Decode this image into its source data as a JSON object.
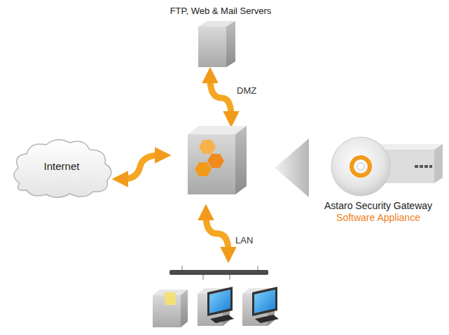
{
  "diagram": {
    "nodes": [
      {
        "text": [
          "FTP, Web & Mail Servers"
        ]
      },
      {
        "text": [
          "Internet"
        ]
      },
      {
        "text": [
          "Astaro Security Gateway",
          "Software Appliance"
        ]
      }
    ],
    "labels": [
      "DMZ",
      "LAN"
    ]
  }
}
